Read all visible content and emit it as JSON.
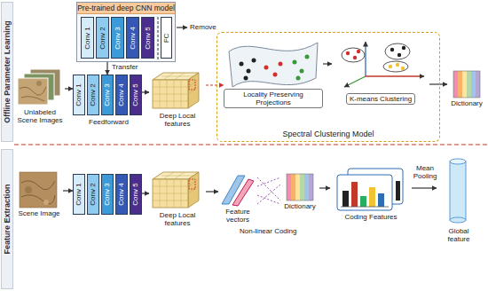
{
  "diagram": {
    "nodes": [
      {
        "text": [
          "Offline Parameter Learning"
        ]
      },
      {
        "text": [
          "Pre-trained deep CNN model"
        ]
      },
      {
        "text": [
          "Conv 1"
        ],
        "in": 1
      },
      {
        "text": [
          "Conv 2"
        ],
        "in": 1
      },
      {
        "text": [
          "Conv 3"
        ],
        "in": 1
      },
      {
        "text": [
          "Conv 4"
        ],
        "in": 1
      },
      {
        "text": [
          "Conv 5"
        ],
        "in": 1
      },
      {
        "text": [
          "FC"
        ],
        "in": 1
      },
      {
        "text": [
          "Unlabeled Scene Images"
        ]
      },
      {
        "text": [
          "Conv 1"
        ]
      },
      {
        "text": [
          "Conv 2"
        ]
      },
      {
        "text": [
          "Conv 3"
        ]
      },
      {
        "text": [
          "Conv 4"
        ]
      },
      {
        "text": [
          "Conv 5"
        ]
      },
      {
        "text": [
          "Deep Local features"
        ]
      },
      {
        "text": [
          "Spectral Clustering Model"
        ]
      },
      {
        "text": [
          "Locality Preserving Projections"
        ],
        "in": 15
      },
      {
        "text": [
          "K-means Clustering"
        ],
        "in": 15
      },
      {
        "text": [
          "Dictionary"
        ]
      },
      {
        "text": [
          "Feature Extraction"
        ]
      },
      {
        "text": [
          "Scene Image"
        ]
      },
      {
        "text": [
          "Conv 1"
        ]
      },
      {
        "text": [
          "Conv 2"
        ]
      },
      {
        "text": [
          "Conv 3"
        ]
      },
      {
        "text": [
          "Conv 4"
        ]
      },
      {
        "text": [
          "Conv 5"
        ]
      },
      {
        "text": [
          "Deep Local features"
        ]
      },
      {
        "text": [
          "Feature vectors"
        ]
      },
      {
        "text": [
          "Dictionary"
        ]
      },
      {
        "text": [
          "Coding Features"
        ]
      },
      {
        "text": [
          "Global feature"
        ]
      }
    ],
    "edges": [
      {
        "from": 1,
        "to": 11,
        "arrow": "to",
        "label": "Transfer"
      },
      {
        "from": 8,
        "to": 9,
        "arrow": "to"
      },
      {
        "from": 13,
        "to": 14,
        "arrow": "to"
      },
      {
        "from": 14,
        "to": 16,
        "arrow": "to"
      },
      {
        "from": 16,
        "to": 17,
        "arrow": "to"
      },
      {
        "from": 17,
        "to": 18,
        "arrow": "to"
      },
      {
        "from": 20,
        "to": 21,
        "arrow": "to"
      },
      {
        "from": 25,
        "to": 26,
        "arrow": "to"
      },
      {
        "from": 26,
        "to": 27,
        "arrow": "to"
      },
      {
        "from": 27,
        "to": 28,
        "arrow": "none"
      },
      {
        "from": 28,
        "to": 29,
        "arrow": "to"
      },
      {
        "from": 29,
        "to": 30,
        "arrow": "to",
        "label": "Mean Pooling"
      }
    ],
    "labels": [
      "Remove",
      "Feedforward",
      "Non-linear Coding"
    ]
  }
}
